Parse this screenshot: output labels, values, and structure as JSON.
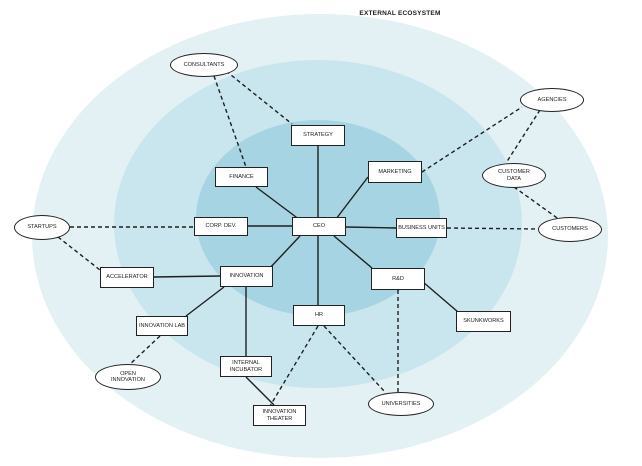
{
  "title": "EXTERNAL ECOSYSTEM",
  "colors": {
    "outer": "#e3f1f5",
    "middle": "#c9e6ee",
    "inner": "#a6d4e2",
    "line": "#1f1f1f"
  },
  "nodes": {
    "ceo": "CEO",
    "strategy": "STRATEGY",
    "finance": "FINANCE",
    "marketing": "MARKETING",
    "corp_dev": "CORP. DEV.",
    "business_units": "BUSINESS UNITS",
    "innovation": "INNOVATION",
    "accelerator": "ACCELERATOR",
    "innovation_lab": "INNOVATION LAB",
    "internal_incubator": "INTERNAL\nINCUBATOR",
    "innovation_theater": "INNOVATION\nTHEATER",
    "hr": "HR",
    "rd": "R&D",
    "skunkworks": "SKUNKWORKS",
    "consultants": "CONSULTANTS",
    "agencies": "AGENCIES",
    "customer_data": "CUSTOMER\nDATA",
    "customers": "CUSTOMERS",
    "startups": "STARTUPS",
    "open_innovation": "OPEN\nINNOVATION",
    "universities": "UNIVERSITIES"
  }
}
